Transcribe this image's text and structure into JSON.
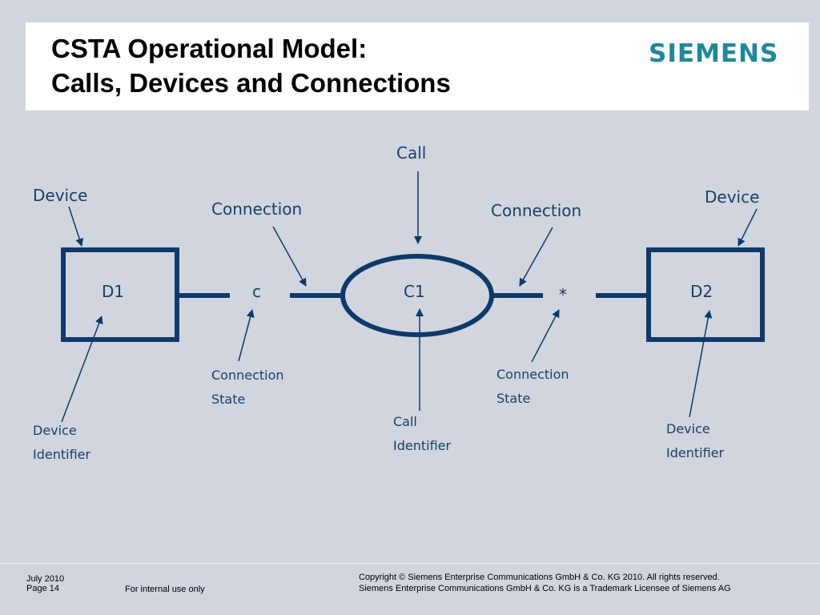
{
  "header": {
    "title_line1": "CSTA Operational Model:",
    "title_line2": "Calls, Devices and Connections",
    "logo": "SIEMENS",
    "logo_color": "#1b8a9d"
  },
  "diagram": {
    "stroke_color": "#0d3a6b",
    "labels": {
      "call": "Call",
      "device_left": "Device",
      "device_right": "Device",
      "connection_left": "Connection",
      "connection_right": "Connection",
      "connection_state_left_1": "Connection",
      "connection_state_left_2": "State",
      "connection_state_right_1": "Connection",
      "connection_state_right_2": "State",
      "call_identifier_1": "Call",
      "call_identifier_2": "Identifier",
      "device_identifier_left_1": "Device",
      "device_identifier_left_2": "Identifier",
      "device_identifier_right_1": "Device",
      "device_identifier_right_2": "Identifier"
    },
    "nodes": {
      "d1": "D1",
      "c1": "C1",
      "d2": "D2",
      "state_left": "c",
      "state_right": "*"
    }
  },
  "footer": {
    "date": "July 2010",
    "page": "Page 14",
    "internal": "For internal use only",
    "copyright": "Copyright © Siemens Enterprise Communications GmbH & Co. KG 2010. All rights reserved.",
    "trademark": "Siemens Enterprise Communications GmbH & Co. KG is a Trademark Licensee of Siemens AG"
  }
}
